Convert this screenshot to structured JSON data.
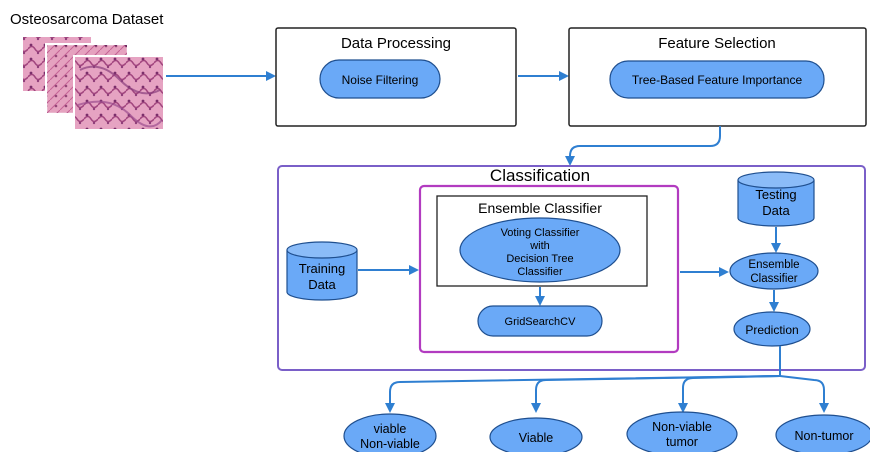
{
  "dataset": {
    "title": "Osteosarcoma Dataset"
  },
  "data_processing": {
    "title": "Data Processing",
    "step": "Noise Filtering"
  },
  "feature_selection": {
    "title": "Feature Selection",
    "step": "Tree-Based Feature Importance"
  },
  "classification": {
    "title": "Classification",
    "training_data": [
      "Training",
      "Data"
    ],
    "testing_data": [
      "Testing",
      "Data"
    ],
    "ensemble": {
      "title": "Ensemble Classifier",
      "voting": [
        "Voting Classifier",
        "with",
        "Decision Tree",
        "Classifier"
      ],
      "tuning": "GridSearchCV"
    },
    "ensemble_classifier_node": [
      "Ensemble",
      "Classifier"
    ],
    "prediction": "Prediction"
  },
  "outputs": [
    [
      "viable",
      "Non-viable"
    ],
    [
      "Viable"
    ],
    [
      "Non-viable",
      "tumor"
    ],
    [
      "Non-tumor"
    ]
  ],
  "colors": {
    "node_fill": "#6aa9f7",
    "node_stroke": "#1f4f8f",
    "arrow": "#2f7fd1",
    "classification_border": "#7a5fc8",
    "ensemble_border": "#b23bc0",
    "tissue_pink": "#d97fa6",
    "tissue_purple": "#9c4d8b"
  }
}
